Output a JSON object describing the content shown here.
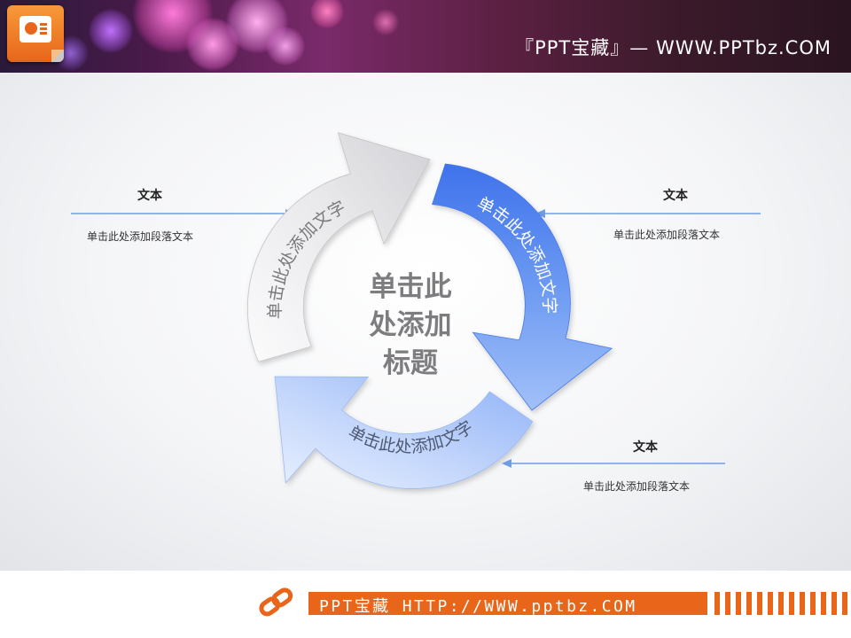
{
  "header": {
    "brand": "『PPT宝藏』— WWW.PPTbz.COM"
  },
  "diagram": {
    "center_title": [
      "单击此",
      "处添加",
      "标题"
    ],
    "arrows": [
      {
        "label": "单击此处添加文字",
        "color": "#e8e8ea"
      },
      {
        "label": "单击此处添加文字",
        "color": "#5d8df0"
      },
      {
        "label": "单击此处添加文字",
        "color": "#a9c4fb"
      }
    ],
    "side_notes": [
      {
        "title": "文本",
        "body": "单击此处添加段落文本"
      },
      {
        "title": "文本",
        "body": "单击此处添加段落文本"
      },
      {
        "title": "文本",
        "body": "单击此处添加段落文本"
      }
    ],
    "connector_color": "#6f9ee6"
  },
  "footer": {
    "text": "PPT宝藏 HTTP://WWW.pptbz.COM",
    "accent": "#e8651a"
  }
}
